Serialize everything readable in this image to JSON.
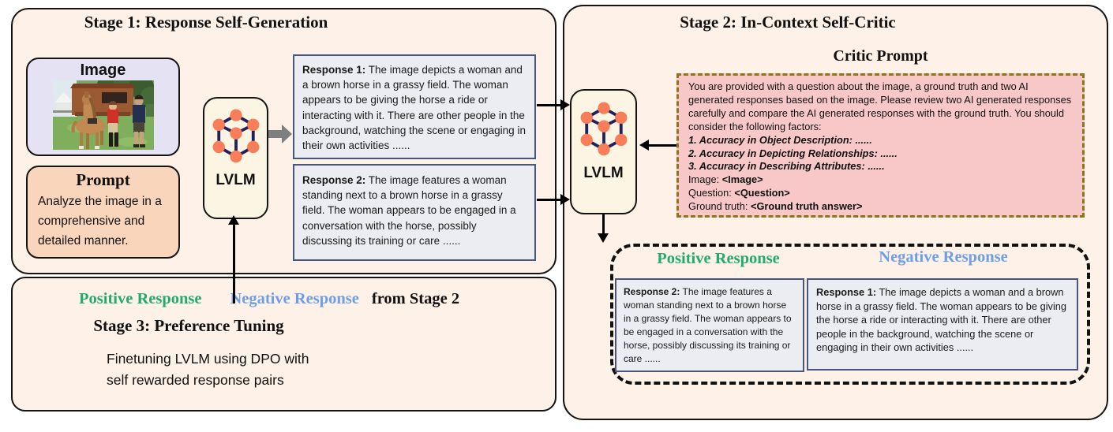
{
  "stage1": {
    "title": "Stage 1: Response Self-Generation",
    "image_card": {
      "title": "Image"
    },
    "prompt_card": {
      "title": "Prompt",
      "body": "Analyze the image in a comprehensive and detailed manner."
    },
    "lvlm_label": "LVLM",
    "response1": {
      "label": "Response 1:",
      "body": "The image depicts a woman and a brown horse in a grassy field. The woman appears to be giving the horse a ride or interacting with it. There are other people in the background, watching the scene or engaging in their own activities ......"
    },
    "response2": {
      "label": "Response 2:",
      "body": "The image features a woman standing next to a brown horse in a grassy field. The woman appears to be engaged in a conversation with the horse, possibly discussing its training or care ......"
    }
  },
  "stage2": {
    "title": "Stage 2: In-Context Self-Critic",
    "critic_prompt_title": "Critic Prompt",
    "critic_intro": "You are provided with a question about the image, a ground truth and two AI generated responses based on the image. Please review two AI generated responses carefully and compare the AI generated responses with the ground truth. You should consider the following factors:",
    "factors": [
      "1. Accuracy in Object Description: ......",
      "2. Accuracy in Depicting Relationships: ......",
      "3. Accuracy in Describing Attributes: ......"
    ],
    "fields": [
      {
        "label": "Image:",
        "value": "<Image>"
      },
      {
        "label": "Question:",
        "value": "<Question>"
      },
      {
        "label": "Ground truth:",
        "value": "<Ground truth answer>"
      }
    ],
    "lvlm_label": "LVLM",
    "positive_title": "Positive Response",
    "negative_title": "Negative Response",
    "positive_box": {
      "label": "Response 2:",
      "body": "The image features a woman standing next to a brown horse in a grassy field. The woman appears to be engaged in a conversation with the horse, possibly discussing its training or care ......"
    },
    "negative_box": {
      "label": "Response 1:",
      "body": "The image depicts a woman and a brown horse in a grassy field. The woman appears to be giving the horse a ride or interacting with it. There are other people in the background, watching the scene or engaging in their own activities ......"
    }
  },
  "stage3": {
    "positive_label": "Positive Response",
    "negative_label": "Negative Response",
    "from_label": "from Stage 2",
    "title": "Stage 3: Preference Tuning",
    "body_line1": "Finetuning LVLM using DPO with",
    "body_line2": "self rewarded response pairs"
  },
  "icons": {
    "lvlm": "network-cube-icon",
    "generation_arrow": "gray-block-arrow-icon"
  },
  "colors": {
    "panel_bg": "#fdf1e8",
    "positive_green": "#22ab70",
    "negative_blue": "#6d9eea",
    "critic_pink": "#f8c8c9",
    "critic_border": "#8d7418",
    "response_border": "#46567c",
    "node_orange": "#f87d59",
    "edge_navy": "#23215a"
  }
}
